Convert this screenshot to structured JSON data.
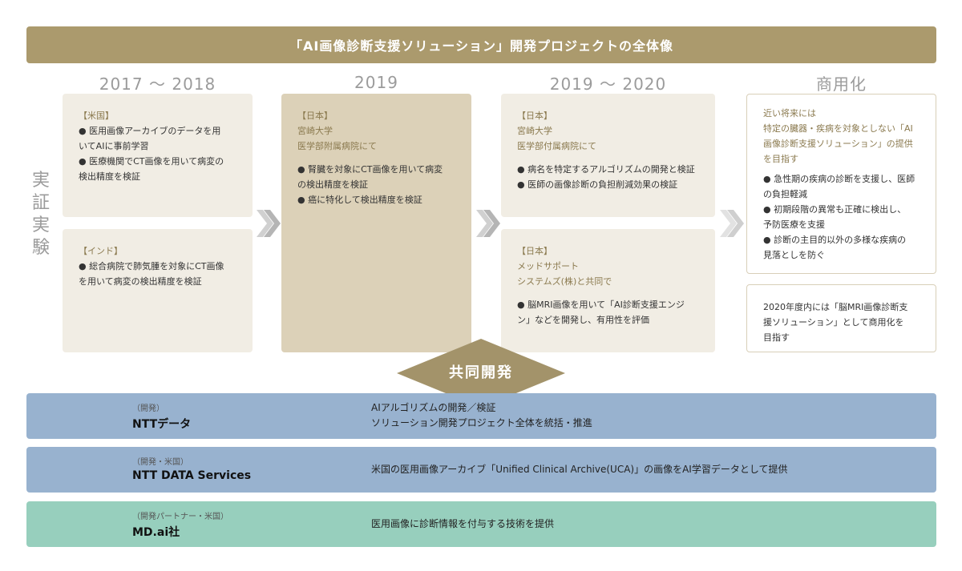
{
  "title": "「AI画像診断支援ソリューション」開発プロジェクトの全体像",
  "columns": [
    "2017 〜 2018",
    "2019",
    "2019 〜 2020",
    "商用化"
  ],
  "side_label": [
    "実",
    "証",
    "実",
    "験"
  ],
  "boxes": {
    "us": {
      "tag": "【米国】",
      "lines": [
        "● 医用画像アーカイブのデータを用",
        "いてAIに事前学習",
        "● 医療機関でCT画像を用いて病変の",
        "検出精度を検証"
      ]
    },
    "india": {
      "tag": "【インド】",
      "lines": [
        "● 総合病院で肺気腫を対象にCT画像",
        "を用いて病変の検出精度を検証"
      ]
    },
    "japan2019": {
      "tag": "【日本】",
      "sub1": "宮崎大学",
      "sub2": "医学部附属病院にて",
      "lines": [
        "● 腎臓を対象にCT画像を用いて病変",
        "の検出精度を検証",
        "● 癌に特化して検出精度を検証"
      ]
    },
    "japan2020a": {
      "tag": "【日本】",
      "sub1": "宮崎大学",
      "sub2": "医学部付属病院にて",
      "lines": [
        "● 病名を特定するアルゴリズムの開発と検証",
        "● 医師の画像診断の負担削減効果の検証"
      ]
    },
    "japan2020b": {
      "tag": "【日本】",
      "sub1": "メッドサポート",
      "sub2": "システムズ(株)と共同で",
      "lines": [
        "● 脳MRI画像を用いて「AI診断支援エンジ",
        "ン」などを開発し、有用性を評価"
      ]
    },
    "commercial": {
      "intro1": "近い将来には",
      "intro2": "特定の臓器・疾病を対象としない「AI",
      "intro3": "画像診断支援ソリューション」の提供",
      "intro4": "を目指す",
      "lines": [
        "● 急性期の疾病の診断を支援し、医師",
        "の負担軽減",
        "● 初期段階の異常も正確に検出し、",
        "予防医療を支援",
        "● 診断の主目的以外の多様な疾病の",
        "見落としを防ぐ"
      ]
    },
    "goal": {
      "lines": [
        "2020年度内には「脳MRI画像診断支",
        "援ソリューション」として商用化を",
        "目指す"
      ]
    }
  },
  "joint_label": "共同開発",
  "partners": [
    {
      "role": "（開発）",
      "name": "NTTデータ",
      "desc": [
        "AIアルゴリズムの開発／検証",
        "ソリューション開発プロジェクト全体を統括・推進"
      ]
    },
    {
      "role": "（開発・米国）",
      "name": "NTT DATA Services",
      "desc": [
        "米国の医用画像アーカイブ「Unified Clinical Archive(UCA)」の画像をAI学習データとして提供"
      ]
    },
    {
      "role": "（開発パートナー・米国）",
      "name": "MD.ai社",
      "desc": [
        "医用画像に診断情報を付与する技術を提供"
      ]
    }
  ],
  "colors": {
    "title_bar": "#ab9a6d",
    "box_light": "#f1ede4",
    "box_dark": "#dcd1b8",
    "joint_diamond": "#a3936a",
    "partner_blue_1": "#98b2cf",
    "partner_blue_2": "#98b2cf",
    "partner_teal": "#97cfbd"
  }
}
